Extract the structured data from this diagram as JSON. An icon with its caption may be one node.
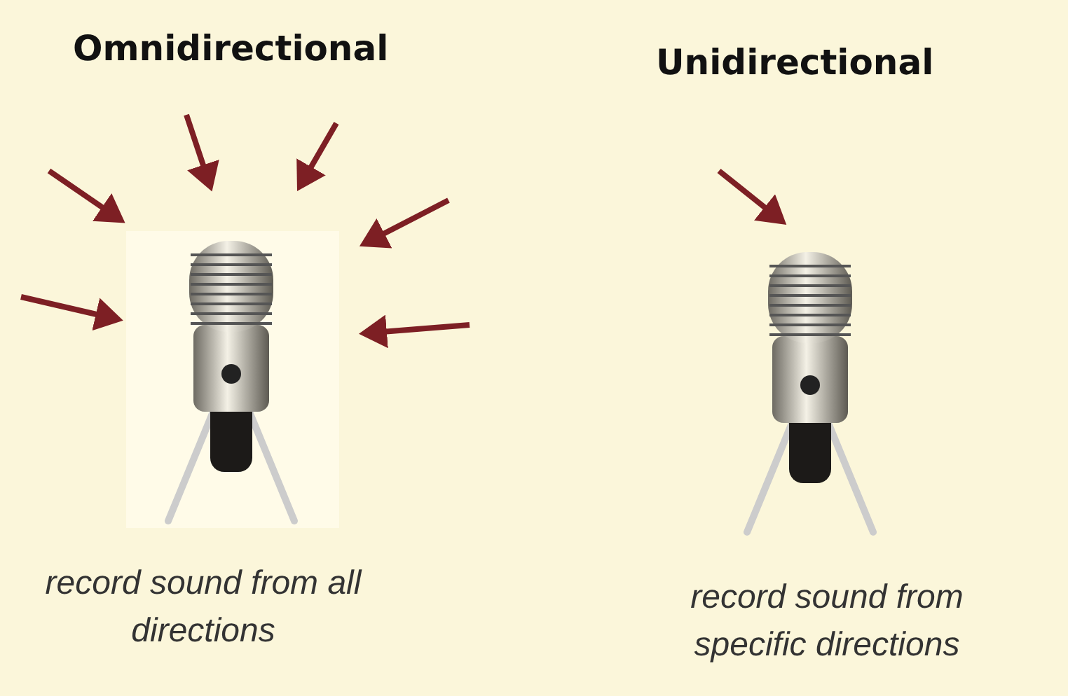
{
  "diagram": {
    "labels": [
      "Omnidirectional",
      "Unidirectional",
      "record sound from all directions",
      "record sound from specific directions"
    ]
  }
}
